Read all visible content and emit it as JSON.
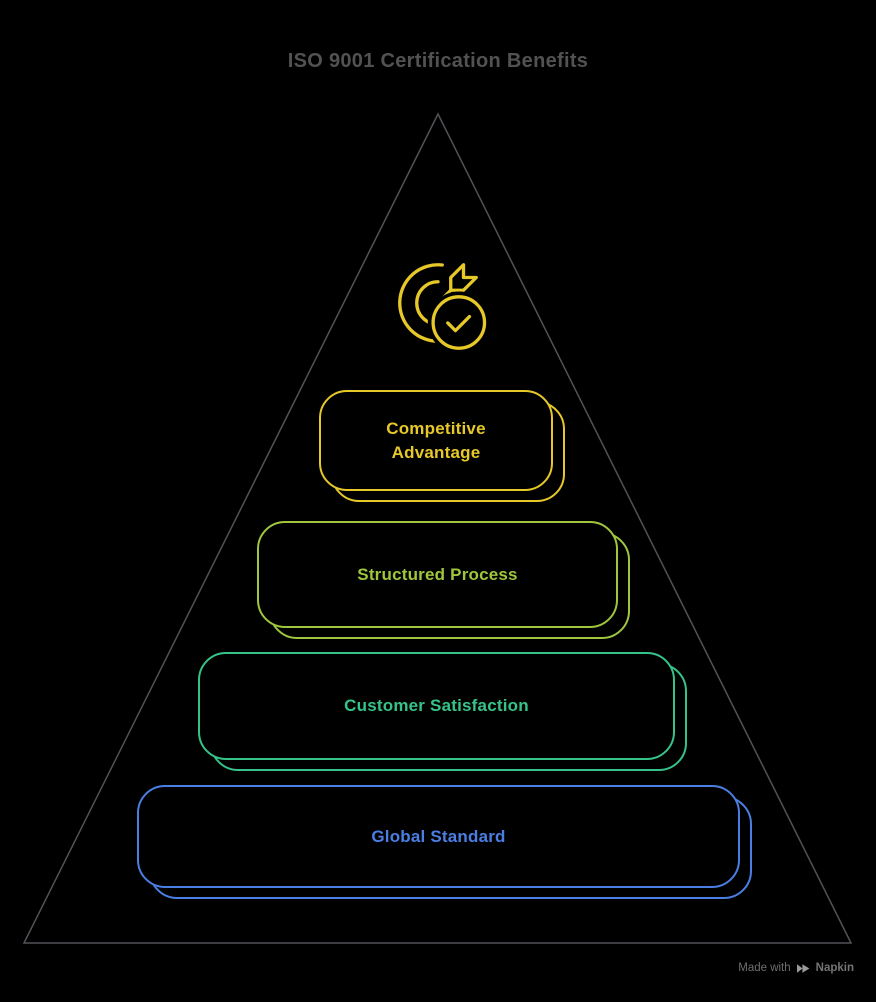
{
  "title": "ISO 9001 Certification Benefits",
  "pyramid": {
    "outline_color": "#505357",
    "levels": [
      {
        "label": "Competitive Advantage",
        "color": "#e6c829"
      },
      {
        "label": "Structured Process",
        "color": "#9fc63c"
      },
      {
        "label": "Customer Satisfaction",
        "color": "#36c389"
      },
      {
        "label": "Global Standard",
        "color": "#4a7ee3"
      }
    ]
  },
  "apex_icon": {
    "name": "target-arrow-check-icon",
    "color": "#e6c829"
  },
  "colors": {
    "background": "#000000",
    "title": "#525252",
    "footer_text": "#6f6f6f",
    "footer_logo": "#9a9a9a"
  },
  "footer": {
    "made_with": "Made with",
    "brand": "Napkin"
  }
}
